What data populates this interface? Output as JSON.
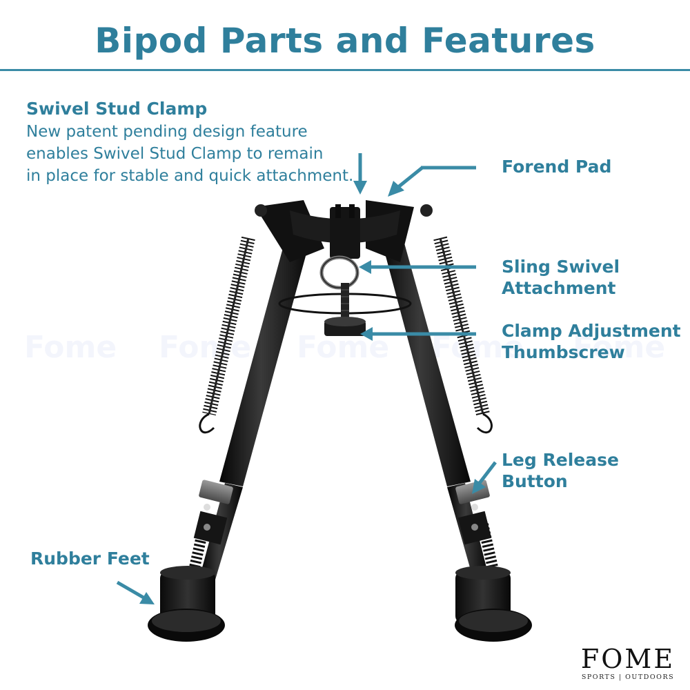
{
  "page": {
    "title": "Bipod Parts and Features",
    "accent_color": "#3a8ba6",
    "text_color": "#2f7f9c",
    "watermark_text": "Fome"
  },
  "features": {
    "swivel_stud_clamp": {
      "heading": "Swivel Stud Clamp",
      "description_lines": [
        "New patent pending design feature",
        "enables Swivel Stud Clamp to remain",
        "in place for stable and quick attachment."
      ]
    },
    "forend_pad": {
      "label": "Forend Pad"
    },
    "sling_swivel": {
      "lines": [
        "Sling Swivel",
        "Attachment"
      ]
    },
    "clamp_thumbscrew": {
      "lines": [
        "Clamp Adjustment",
        "Thumbscrew"
      ]
    },
    "leg_release": {
      "lines": [
        "Leg Release",
        "Button"
      ]
    },
    "rubber_feet": {
      "label": "Rubber Feet"
    }
  },
  "logo": {
    "brand": "FOME",
    "tagline": "SPORTS | OUTDOORS"
  },
  "icons": [
    "arrow-icon"
  ]
}
